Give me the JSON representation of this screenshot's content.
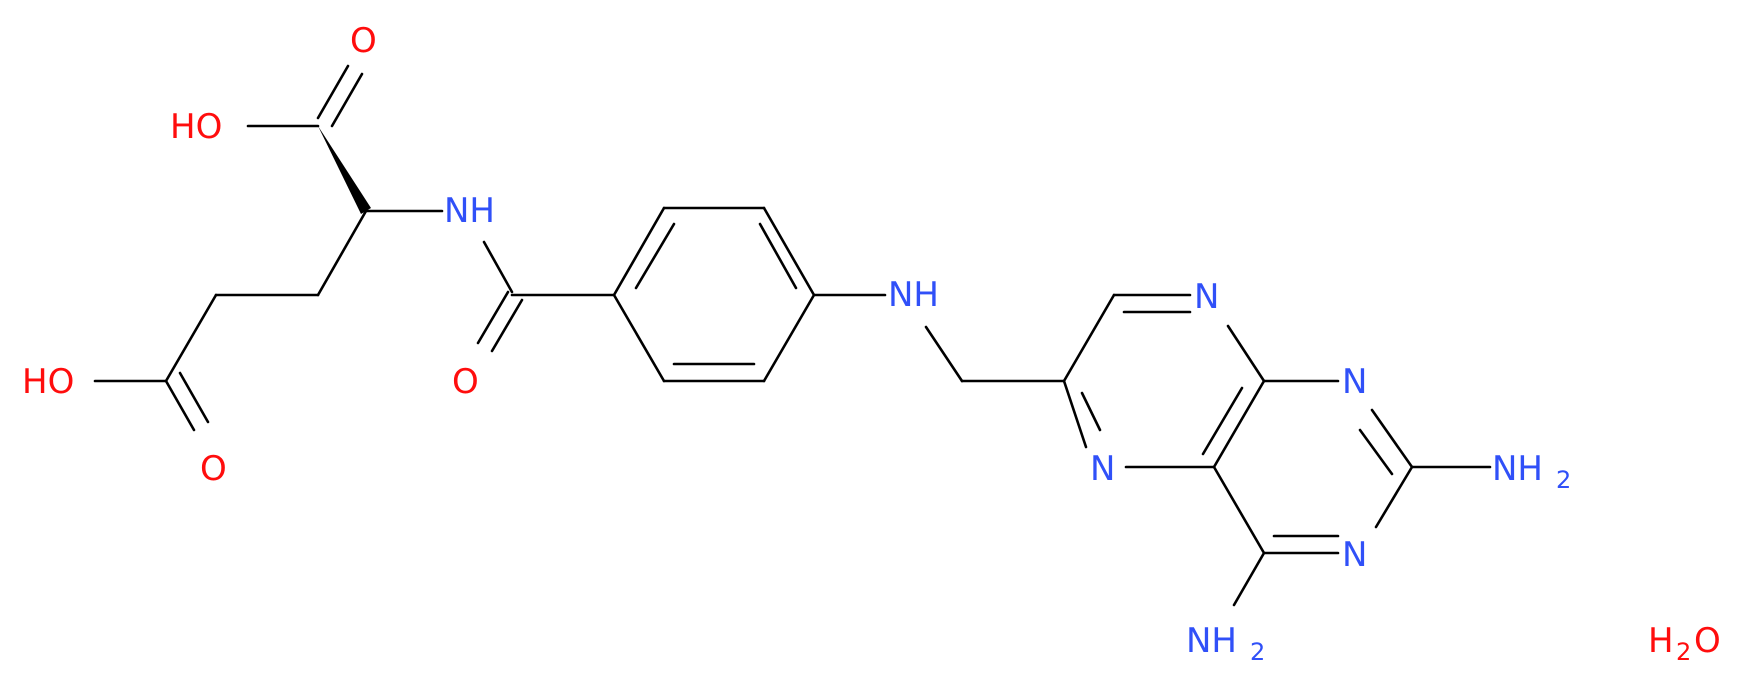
{
  "colors": {
    "bond": "#000000",
    "oxygen": "#ff0d0d",
    "nitrogen": "#3050f8"
  },
  "labels": {
    "o_top": "O",
    "oh_top": "HO",
    "nh_amide": "NH",
    "o_amide": "O",
    "oh_side": "HO",
    "o_side": "O",
    "nh_amine": "NH",
    "n_ring_top": "N",
    "n_ring_right": "N",
    "n_ring_left": "N",
    "n_ring_lower": "N",
    "nh2_right": "NH",
    "nh2_right_sub": "2",
    "nh2_bottom": "NH",
    "nh2_bottom_sub": "2",
    "water": "H",
    "water_sub": "2",
    "water_o": "O"
  }
}
